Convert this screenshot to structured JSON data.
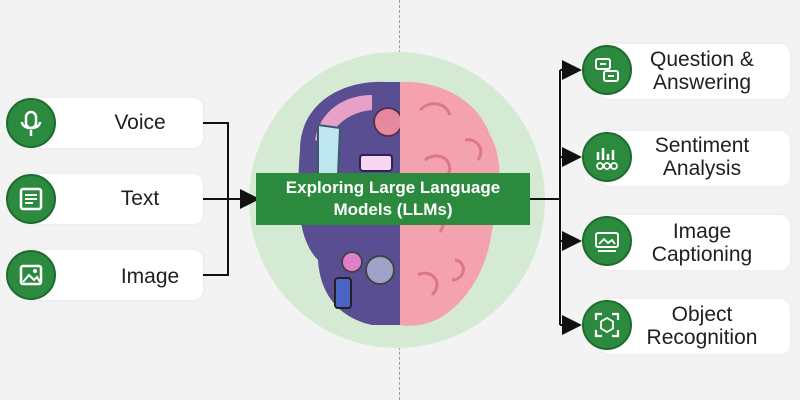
{
  "center": {
    "title": "Exploring Large Language Models (LLMs)"
  },
  "inputs": [
    {
      "label": "Voice",
      "icon": "microphone-icon"
    },
    {
      "label": "Text",
      "icon": "document-icon"
    },
    {
      "label": "Image",
      "icon": "picture-icon"
    }
  ],
  "outputs": [
    {
      "label": "Question & Answering",
      "icon": "chat-qa-icon"
    },
    {
      "label": "Sentiment Analysis",
      "icon": "bar-chart-faces-icon"
    },
    {
      "label": "Image Captioning",
      "icon": "image-caption-icon"
    },
    {
      "label": "Object Recognition",
      "icon": "object-scan-icon"
    }
  ],
  "colors": {
    "accent": "#2b8a3e",
    "circle": "#d5ead3",
    "brain": "#f4a3ae",
    "connector": "#111111"
  }
}
